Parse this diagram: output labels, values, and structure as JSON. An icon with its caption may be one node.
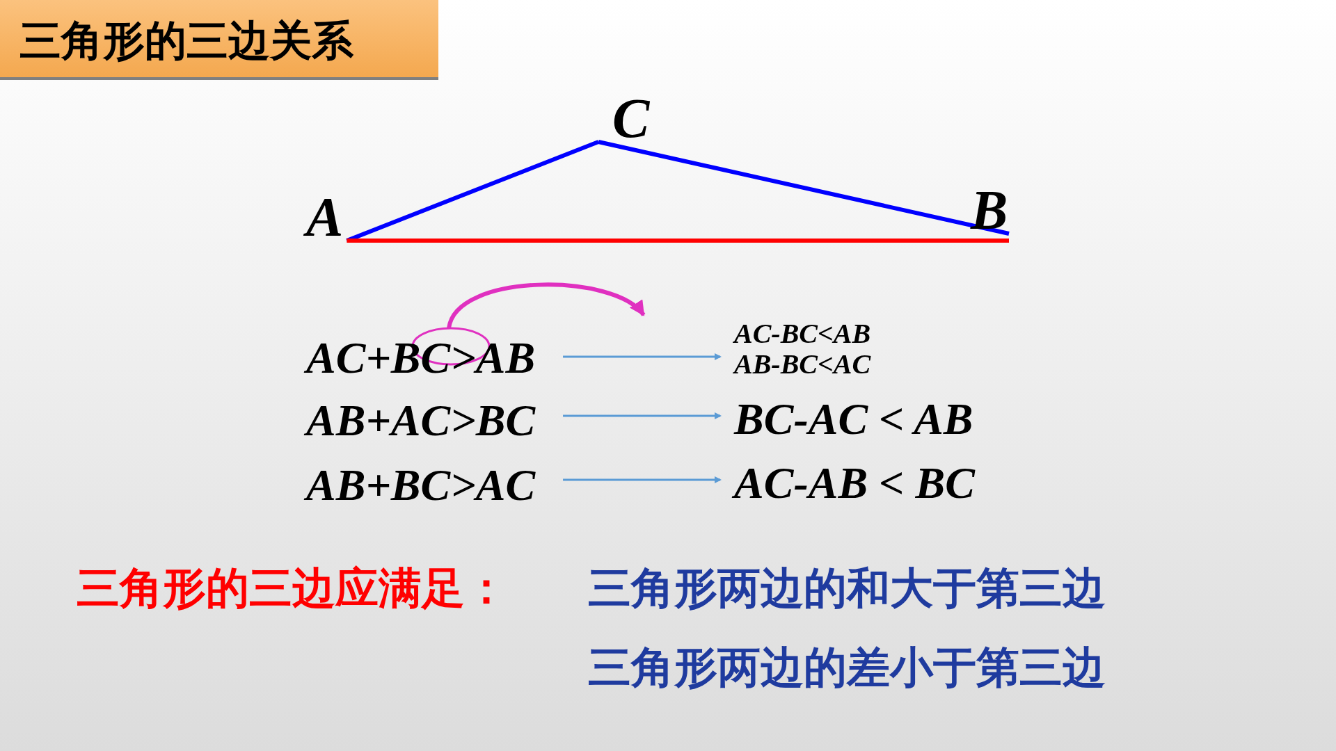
{
  "diagram": {
    "title": "三角形的三边关系",
    "nodes": [
      {
        "text": [
          "A"
        ]
      },
      {
        "text": [
          "C"
        ]
      },
      {
        "text": [
          "B"
        ]
      },
      {
        "text": [
          "AC+BC>AB"
        ]
      },
      {
        "text": [
          "AB+AC>BC"
        ]
      },
      {
        "text": [
          "AB+BC>AC"
        ]
      },
      {
        "text": [
          "AC-BC<AB",
          "AB-BC<AC"
        ]
      },
      {
        "text": [
          "BC-AC < AB"
        ]
      },
      {
        "text": [
          "AC-AB < BC"
        ]
      }
    ],
    "edges": [
      {
        "from": 0,
        "to": 1,
        "arrow": "none",
        "color": "#0000ff"
      },
      {
        "from": 1,
        "to": 2,
        "arrow": "none",
        "color": "#0000ff"
      },
      {
        "from": 0,
        "to": 2,
        "arrow": "none",
        "color": "#ff0000"
      },
      {
        "from": 3,
        "to": 6,
        "arrow": "to",
        "color": "#5b9bd5"
      },
      {
        "from": 4,
        "to": 7,
        "arrow": "to",
        "color": "#5b9bd5"
      },
      {
        "from": 5,
        "to": 8,
        "arrow": "to",
        "color": "#5b9bd5"
      },
      {
        "from": 3,
        "to": 6,
        "arrow": "to",
        "color": "#e030c0"
      }
    ],
    "labels": [
      "三角形的三边应满足：",
      "三角形两边的和大于第三边",
      "三角形两边的差小于第三边"
    ]
  }
}
